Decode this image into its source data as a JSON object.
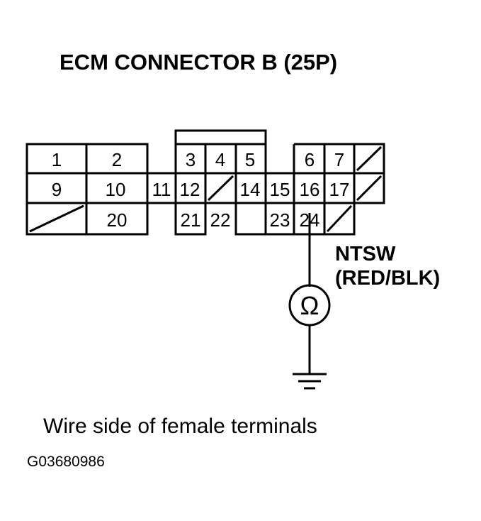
{
  "title": "ECM CONNECTOR B (25P)",
  "caption": "Wire side of female terminals",
  "figure_id": "G03680986",
  "wire_label": {
    "line1": "NTSW",
    "line2": "(RED/BLK)"
  },
  "meter_symbol": "Ω",
  "terminals": {
    "t1": "1",
    "t2": "2",
    "t3": "3",
    "t4": "4",
    "t5": "5",
    "t6": "6",
    "t7": "7",
    "t9": "9",
    "t10": "10",
    "t11": "11",
    "t12": "12",
    "t14": "14",
    "t15": "15",
    "t16": "16",
    "t17": "17",
    "t20": "20",
    "t21": "21",
    "t22": "22",
    "t23": "23",
    "t24": "24"
  }
}
